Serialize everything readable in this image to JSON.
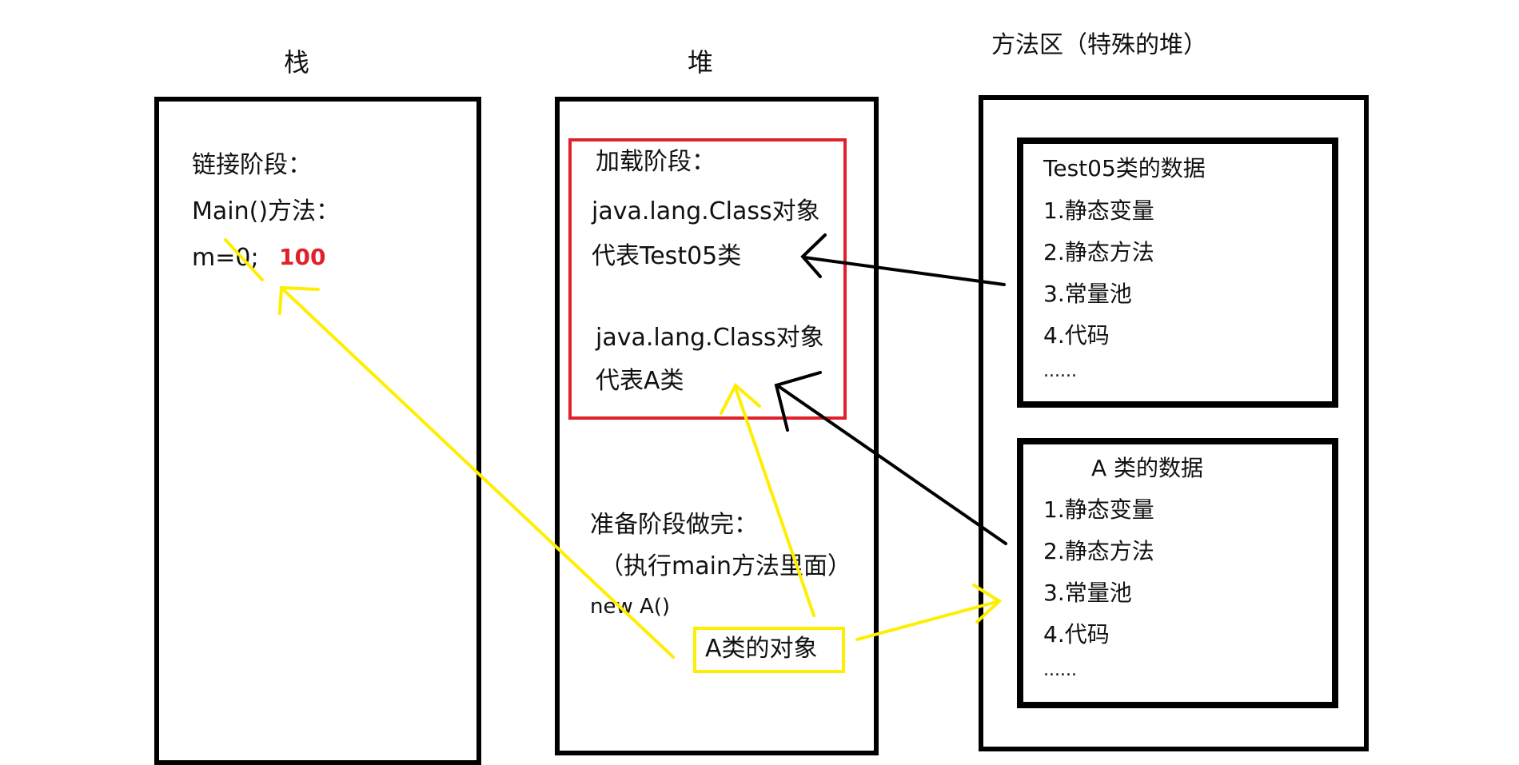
{
  "stack": {
    "title": "栈",
    "lines": [
      "链接阶段：",
      "Main()方法：",
      "m=0;"
    ],
    "value": "100"
  },
  "heap": {
    "title": "堆",
    "loading": {
      "lines": [
        "加载阶段：",
        "java.lang.Class对象",
        "代表Test05类",
        "java.lang.Class对象",
        "代表A类"
      ]
    },
    "prepare": {
      "lines": [
        "准备阶段做完：",
        "（执行main方法里面）",
        "new A()"
      ]
    },
    "object_label": "A类的对象"
  },
  "method_area": {
    "title": "方法区（特殊的堆）",
    "test05": {
      "header": "Test05类的数据",
      "items": [
        "1.静态变量",
        "2.静态方法",
        "3.常量池",
        "4.代码",
        "......"
      ]
    },
    "a_class": {
      "header": "A 类的数据",
      "items": [
        "1.静态变量",
        "2.静态方法",
        "3.常量池",
        "4.代码",
        "......"
      ]
    }
  },
  "colors": {
    "border": "#000000",
    "red": "#e0202a",
    "yellow": "#ffee00"
  }
}
